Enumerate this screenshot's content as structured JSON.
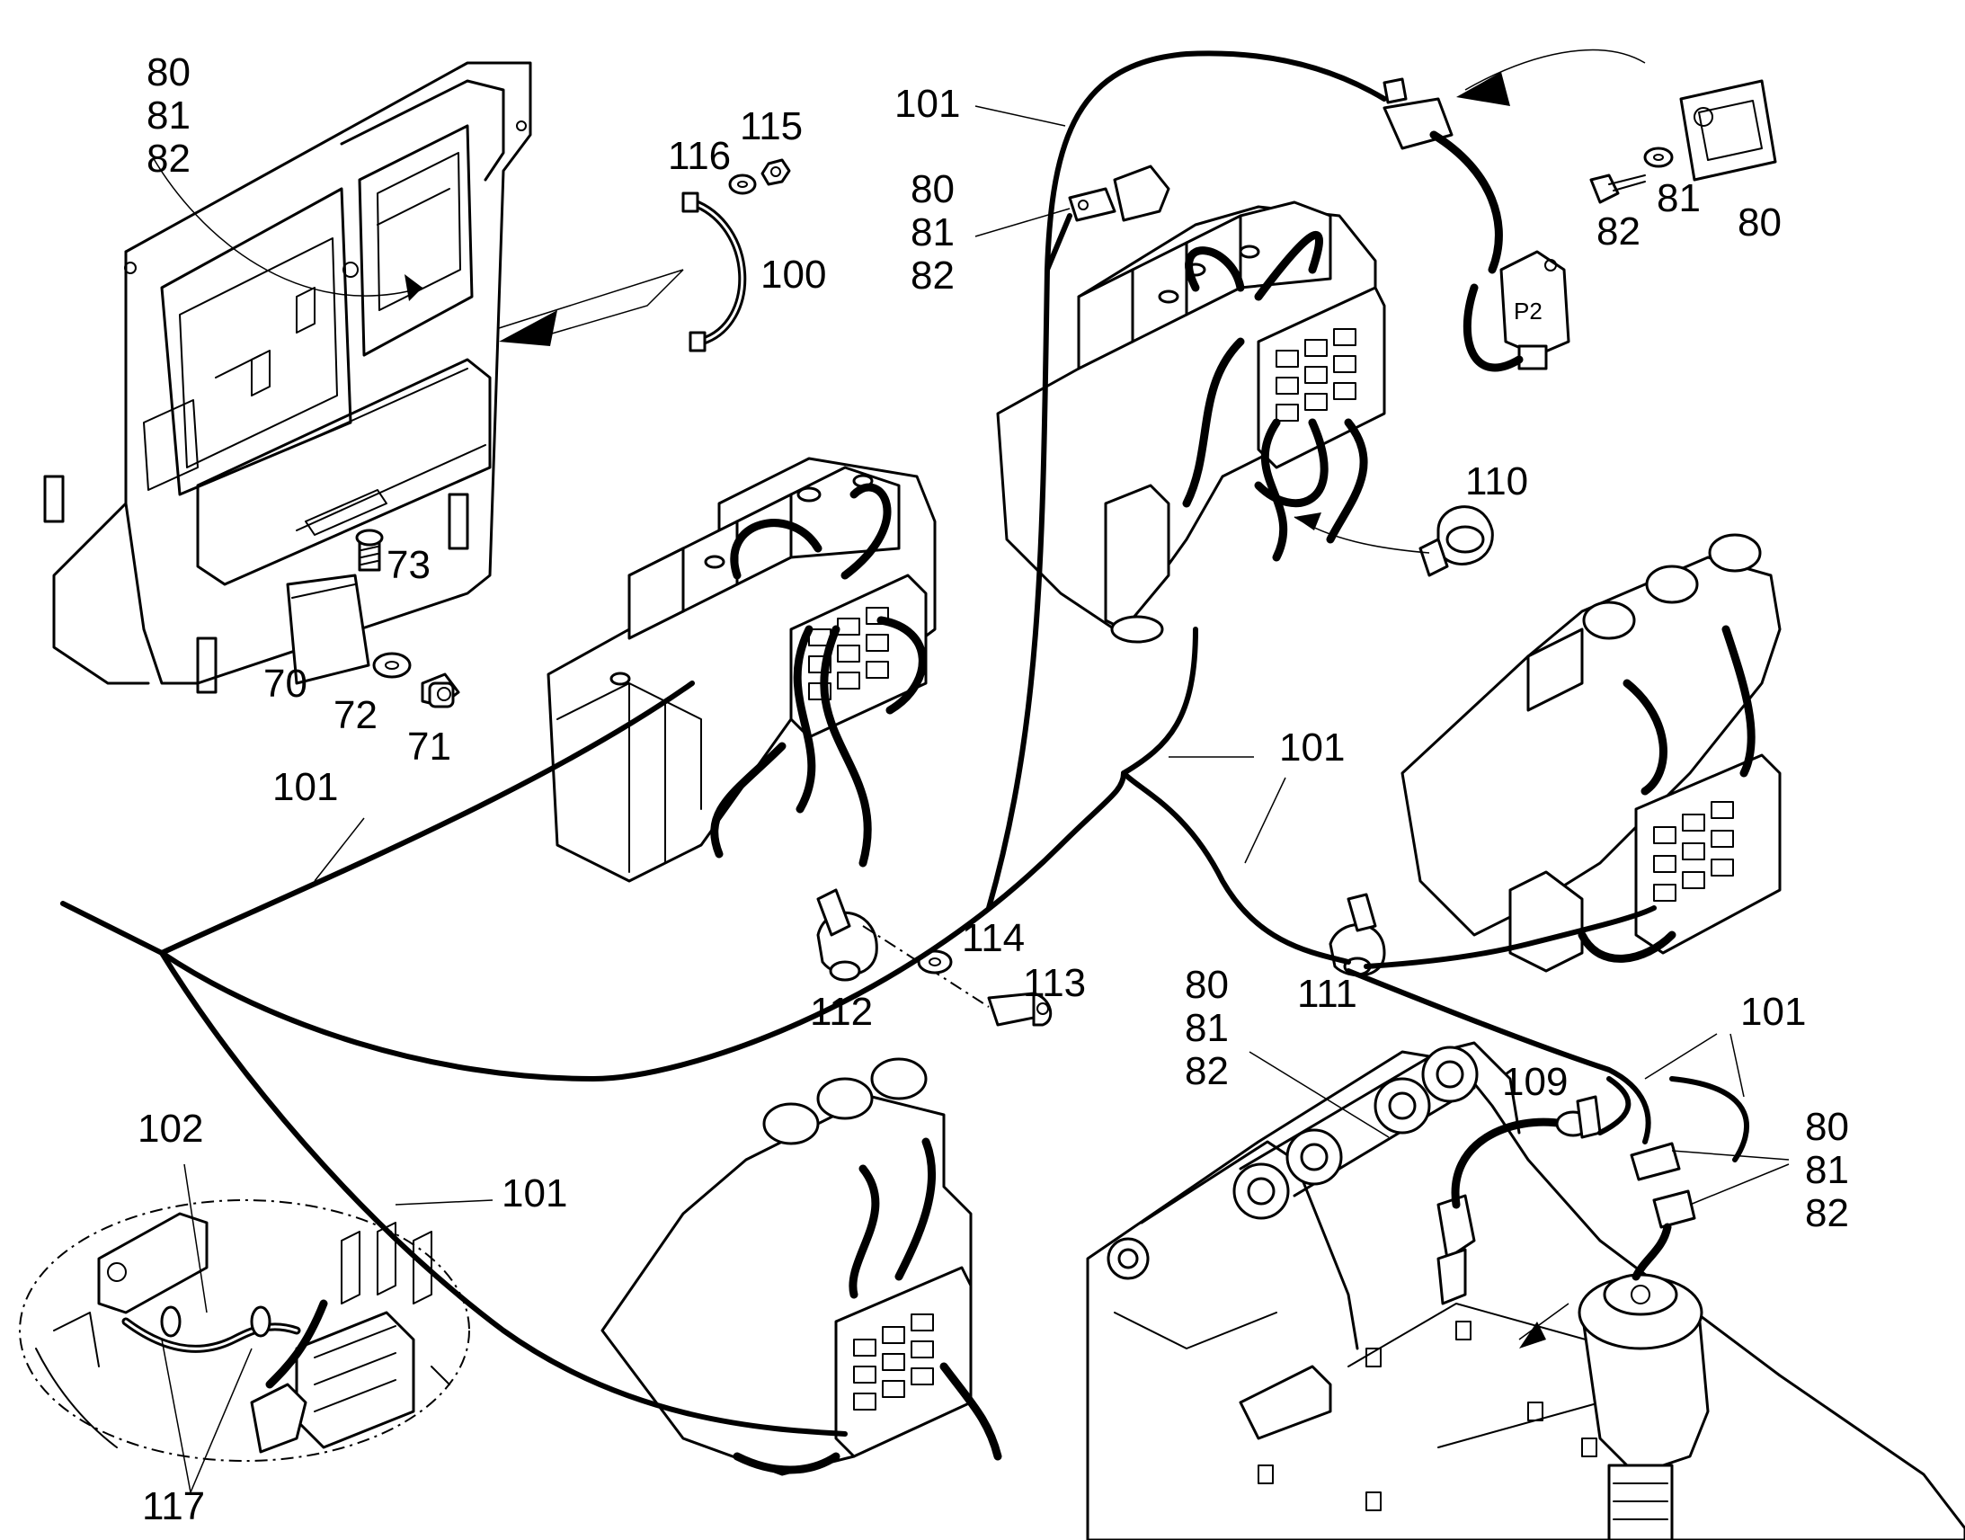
{
  "callouts": [
    {
      "id": "frame-80",
      "text": "80"
    },
    {
      "id": "frame-81",
      "text": "81"
    },
    {
      "id": "frame-82",
      "text": "82"
    },
    {
      "id": "p116",
      "text": "116"
    },
    {
      "id": "p115",
      "text": "115"
    },
    {
      "id": "p100",
      "text": "100"
    },
    {
      "id": "p73",
      "text": "73"
    },
    {
      "id": "p70",
      "text": "70"
    },
    {
      "id": "p72",
      "text": "72"
    },
    {
      "id": "p71",
      "text": "71"
    },
    {
      "id": "p101-top",
      "text": "101"
    },
    {
      "id": "top-80",
      "text": "80"
    },
    {
      "id": "top-81",
      "text": "81"
    },
    {
      "id": "top-82",
      "text": "82"
    },
    {
      "id": "tr-82",
      "text": "82"
    },
    {
      "id": "tr-81",
      "text": "81"
    },
    {
      "id": "tr-80",
      "text": "80"
    },
    {
      "id": "p110",
      "text": "110"
    },
    {
      "id": "p101-left",
      "text": "101"
    },
    {
      "id": "p101-mid",
      "text": "101"
    },
    {
      "id": "p114",
      "text": "114"
    },
    {
      "id": "p113",
      "text": "113"
    },
    {
      "id": "p112",
      "text": "112"
    },
    {
      "id": "p111",
      "text": "111"
    },
    {
      "id": "br-80",
      "text": "80"
    },
    {
      "id": "br-81",
      "text": "81"
    },
    {
      "id": "br-82",
      "text": "82"
    },
    {
      "id": "p109",
      "text": "109"
    },
    {
      "id": "p101-right",
      "text": "101"
    },
    {
      "id": "r-80",
      "text": "80"
    },
    {
      "id": "r-81",
      "text": "81"
    },
    {
      "id": "r-82",
      "text": "82"
    },
    {
      "id": "p102",
      "text": "102"
    },
    {
      "id": "p101-low",
      "text": "101"
    },
    {
      "id": "p117",
      "text": "117"
    }
  ],
  "component_labels": {
    "pressure_switch_marking": "P2"
  }
}
